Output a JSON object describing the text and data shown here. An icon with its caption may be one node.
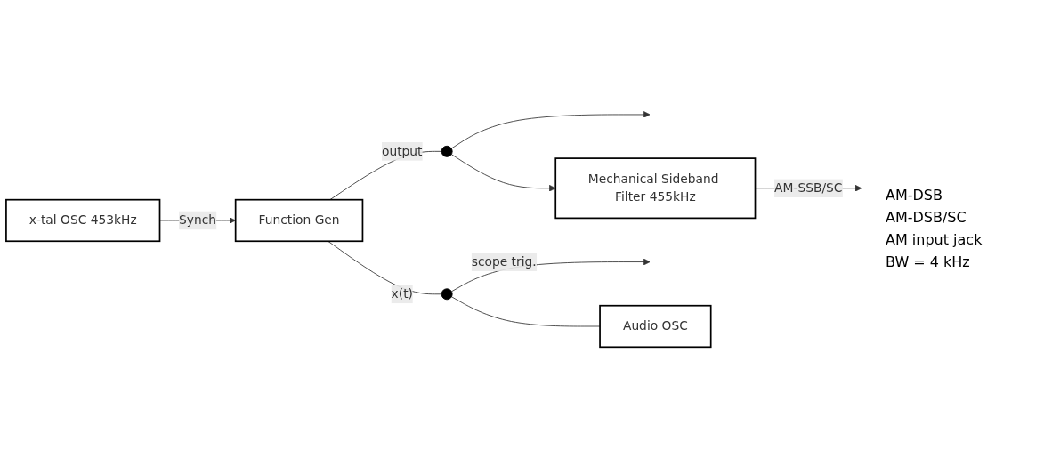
{
  "diagram": {
    "nodes": [
      {
        "text": [
          "x-tal OSC 453kHz"
        ]
      },
      {
        "text": [
          "Function Gen"
        ]
      },
      {
        "text": [],
        "shape": "circle"
      },
      {
        "text": [],
        "shape": "circle"
      },
      {
        "text": [
          "Audio OSC"
        ]
      },
      {
        "text": [
          "Mechanical Sideband Filter 455kHz"
        ]
      }
    ],
    "edges": [
      {
        "from": 0,
        "to": 1,
        "label": "Synch",
        "arrow": "to"
      },
      {
        "from": 1,
        "to": 2,
        "label": "output",
        "arrow": "none"
      },
      {
        "from": 2,
        "to": null,
        "arrow": "to"
      },
      {
        "from": 2,
        "to": 5,
        "arrow": "to"
      },
      {
        "from": 1,
        "to": 3,
        "label": "x(t)",
        "arrow": "none"
      },
      {
        "from": 3,
        "to": null,
        "label": "scope trig.",
        "arrow": "to"
      },
      {
        "from": 3,
        "to": 4,
        "arrow": "none"
      },
      {
        "from": 5,
        "to": null,
        "label": "AM-SSB/SC",
        "arrow": "to"
      }
    ],
    "labels": [
      "AM-DSB",
      "AM-DSB/SC",
      "AM input jack",
      "BW = 4 kHz"
    ]
  }
}
